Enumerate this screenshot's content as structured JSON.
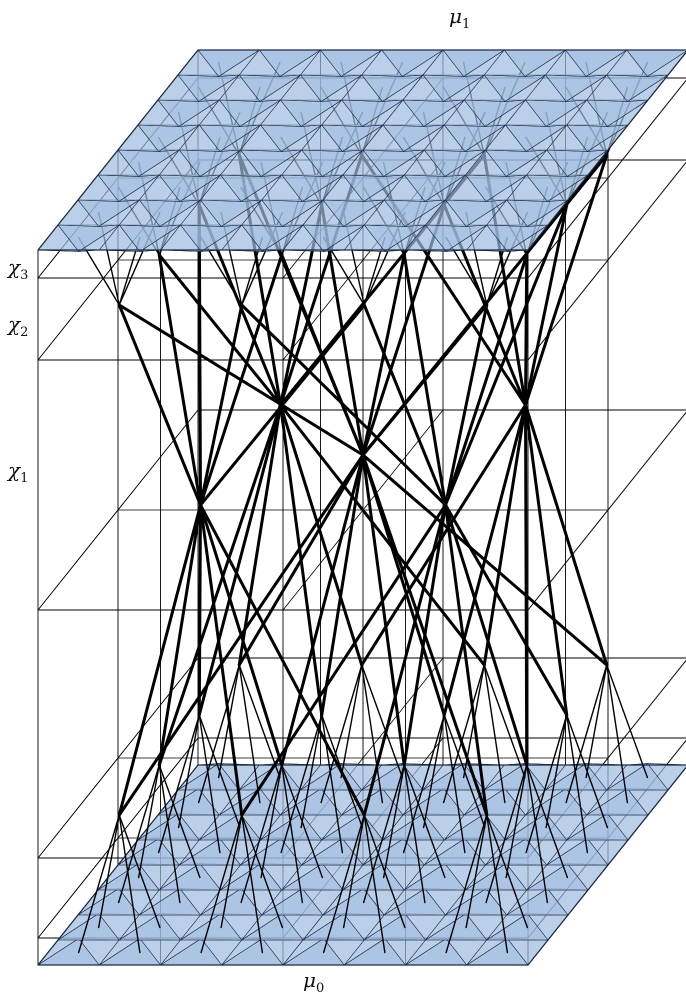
{
  "labels": {
    "mu1": {
      "sym": "μ",
      "sub": "1"
    },
    "mu0": {
      "sym": "μ",
      "sub": "0"
    },
    "chi3": {
      "sym": "χ",
      "sub": "3"
    },
    "chi2": {
      "sym": "χ",
      "sub": "2"
    },
    "chi1": {
      "sym": "χ",
      "sub": "1"
    }
  },
  "colors": {
    "plate_fill": "#9fbbe0",
    "plate_edge": "#1a2a44",
    "ink": "#000000"
  },
  "grid_divisions": 8
}
